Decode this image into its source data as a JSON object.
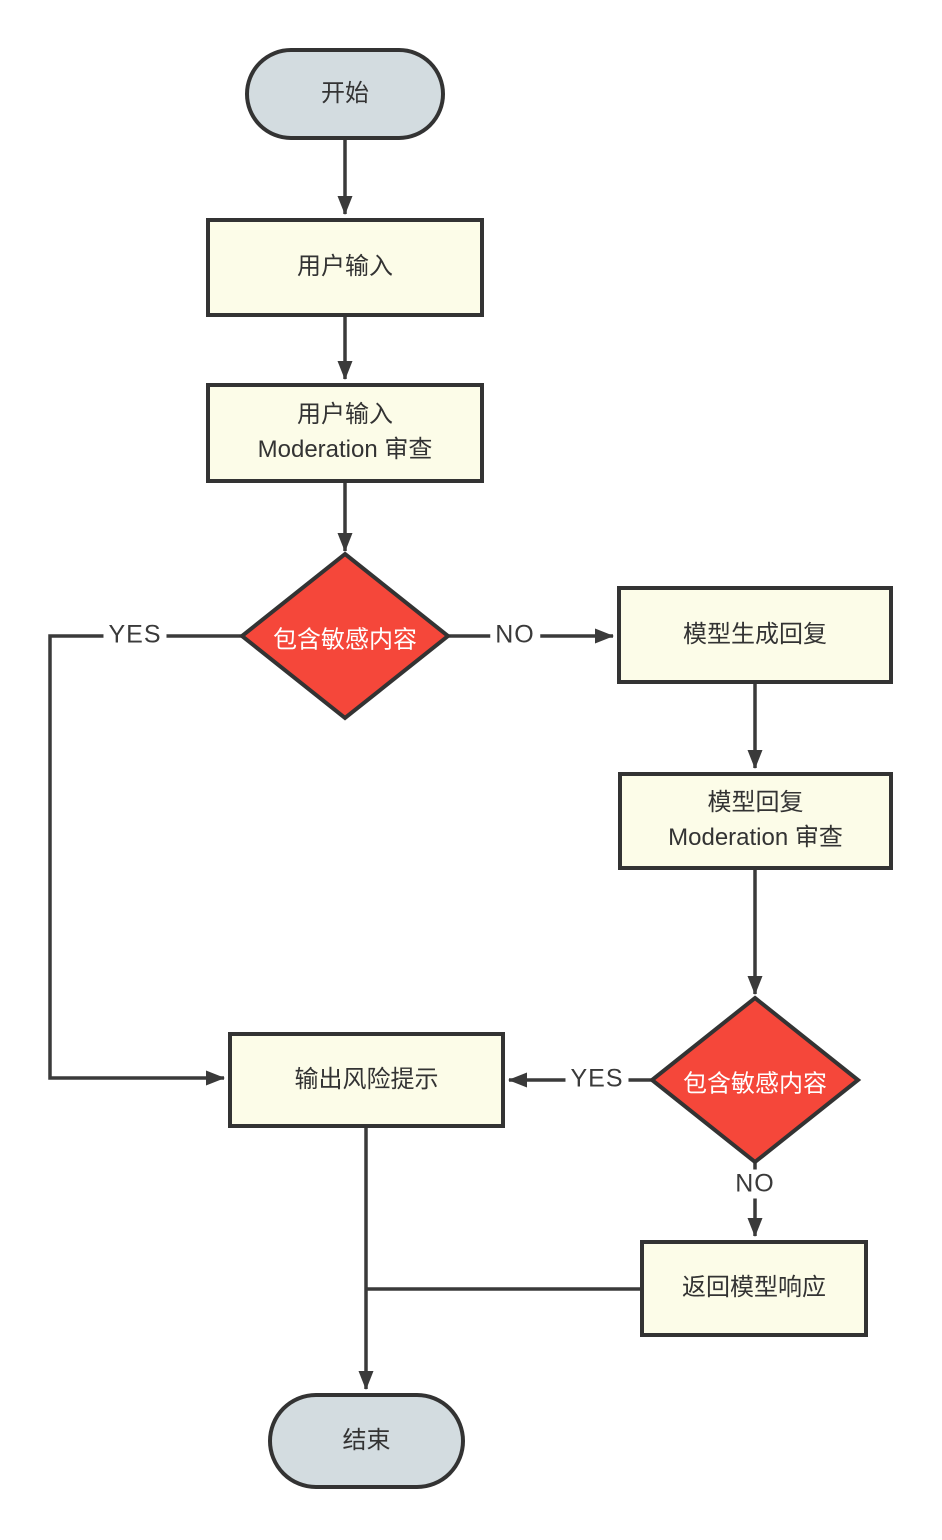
{
  "colors": {
    "background": "#ffffff",
    "terminal_fill": "#d3dce0",
    "process_fill": "#fcfce8",
    "decision_fill": "#f5473a",
    "decision_text": "#ffffff",
    "border": "#333333",
    "line": "#3a3a3a",
    "text": "#333333"
  },
  "nodes": {
    "start": {
      "type": "terminal",
      "label": "开始"
    },
    "user_input": {
      "type": "process",
      "label": "用户输入"
    },
    "input_moderation": {
      "type": "process",
      "label": "用户输入\nModeration 审查"
    },
    "decision_input": {
      "type": "decision",
      "label": "包含敏感内容"
    },
    "model_generate": {
      "type": "process",
      "label": "模型生成回复"
    },
    "reply_moderation": {
      "type": "process",
      "label": "模型回复\nModeration 审查"
    },
    "decision_reply": {
      "type": "decision",
      "label": "包含敏感内容"
    },
    "risk_warning": {
      "type": "process",
      "label": "输出风险提示"
    },
    "return_response": {
      "type": "process",
      "label": "返回模型响应"
    },
    "end": {
      "type": "terminal",
      "label": "结束"
    }
  },
  "edge_labels": {
    "input_yes": "YES",
    "input_no": "NO",
    "reply_yes": "YES",
    "reply_no": "NO"
  }
}
